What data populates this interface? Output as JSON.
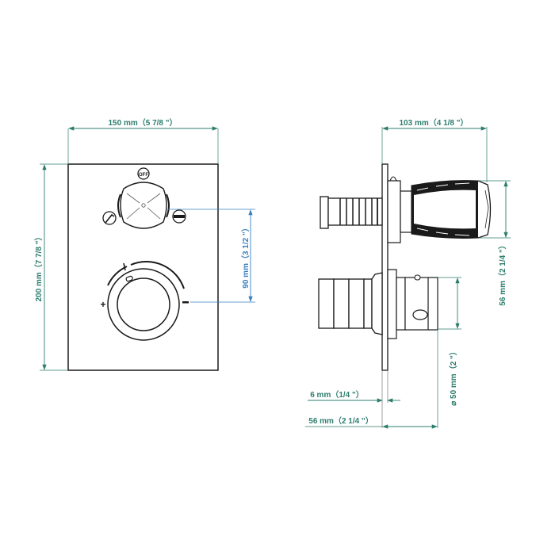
{
  "colors": {
    "dimension_green": "#2e7d6e",
    "dimension_blue": "#3a7fc0",
    "outline": "#1a1a1a"
  },
  "front_view": {
    "width_label": "150 mm（5 7/8 \"）",
    "height_label": "200 mm（7 7/8 \"）",
    "spacing_label": "90 mm（3 1/2 \"）",
    "diverter_knob": {
      "top_symbol": "OFF",
      "left_symbol": "hand-shower",
      "right_symbol": "overhead-shower"
    },
    "thermostat_knob": {
      "plus_symbol": "+",
      "minus_symbol": "–"
    }
  },
  "side_view": {
    "depth_label": "103 mm（4 1/8 \"）",
    "handle_height_label": "56 mm（2 1/4 \"）",
    "diameter_label": "⌀ 50 mm（2 \"）",
    "plate_thickness_label": "6 mm（1/4 \"）",
    "projection_label": "56 mm（2 1/4 \"）"
  }
}
